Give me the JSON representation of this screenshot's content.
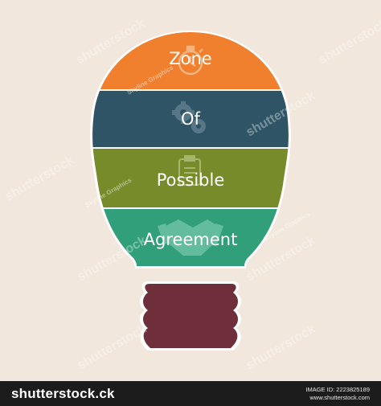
{
  "diagram": {
    "bands": [
      {
        "label": "Zone",
        "color": "#f07f2e",
        "icon": "stopwatch-icon"
      },
      {
        "label": "Of",
        "color": "#2f5466",
        "icon": "gears-icon"
      },
      {
        "label": "Possible",
        "color": "#778b2a",
        "icon": "clipboard-icon"
      },
      {
        "label": "Agreement",
        "color": "#31a07a",
        "icon": "handshake-icon"
      }
    ],
    "base_color": "#6e2f3b",
    "outline_color": "#ffffff",
    "background_color": "#f1e7dd"
  },
  "watermark": {
    "brand": "shutterstock",
    "credit": "Skyline Graphics"
  },
  "footer": {
    "logo": "shutterstock.ck",
    "image_id": "IMAGE ID: 2223825189",
    "site": "www.shutterstock.com"
  }
}
